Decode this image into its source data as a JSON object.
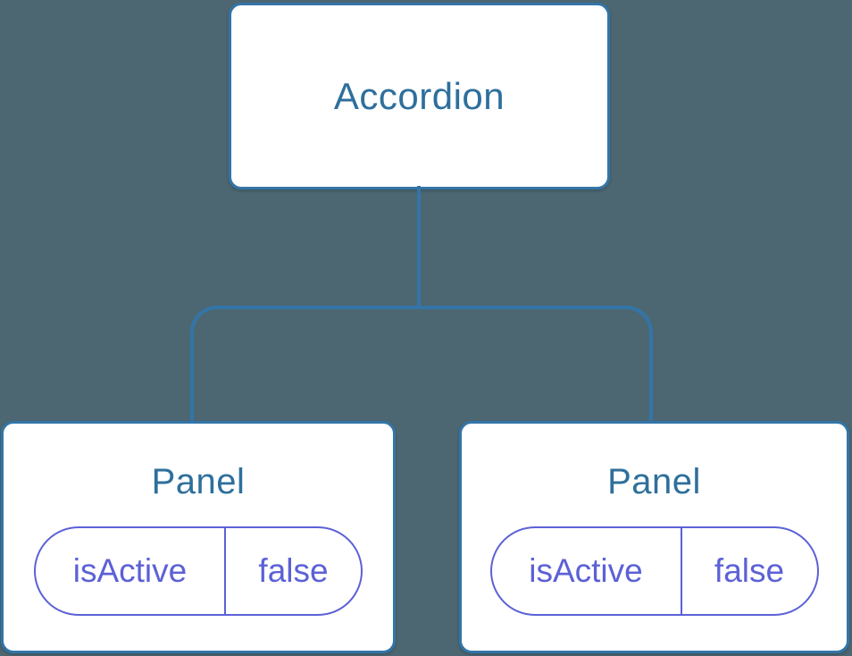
{
  "diagram": {
    "type": "component-tree",
    "colors": {
      "background": "#4c6772",
      "node_fill": "#ffffff",
      "node_border": "#3375a8",
      "connector": "#3375a8",
      "node_label_text": "#2e6f9c",
      "prop_text": "#5c61d6",
      "prop_border": "#5c61d6"
    },
    "tree": {
      "root": {
        "label": "Accordion"
      },
      "children": [
        {
          "label": "Panel",
          "props": [
            {
              "name": "isActive",
              "value": "false"
            }
          ]
        },
        {
          "label": "Panel",
          "props": [
            {
              "name": "isActive",
              "value": "false"
            }
          ]
        }
      ]
    }
  }
}
